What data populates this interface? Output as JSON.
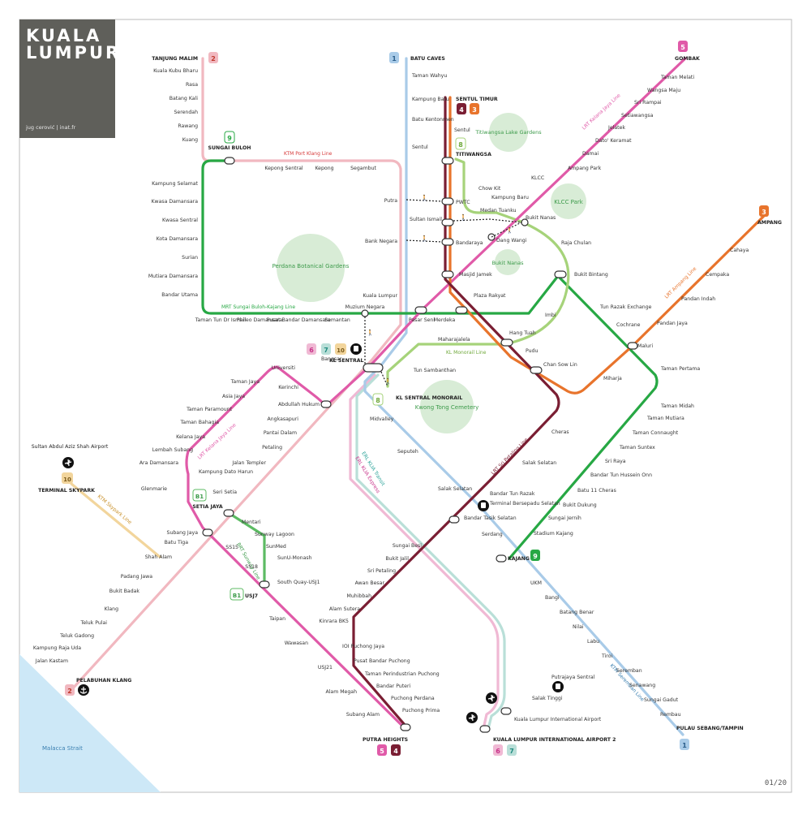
{
  "title": {
    "line1": "KUALA",
    "line2": "LUMPUR",
    "credit": "jug cerović | inat.fr"
  },
  "page_number": "01/20",
  "sea_label": "Malacca Strait",
  "colors": {
    "ktm_port_klang": "#f1b8c0",
    "ktm_seremban": "#a9cbe8",
    "lrt_kelana_jaya": "#e05aa8",
    "lrt_sri_petaling": "#7a1e33",
    "lrt_ampang": "#e8742c",
    "mrt": "#27a844",
    "monorail": "#a6d37a",
    "brt": "#5cbb63",
    "erl_transit": "#b9dfd8",
    "erl_express": "#f0b9d4",
    "skypark": "#f2d59c",
    "park": "#d8ecd6",
    "sea": "#cde8f7"
  },
  "badges": {
    "b1": "1",
    "b2": "2",
    "b3": "3",
    "b4": "4",
    "b5": "5",
    "b6": "6",
    "b7": "7",
    "b8": "8",
    "b9": "9",
    "b10": "10",
    "bB1": "B1"
  },
  "line_labels": {
    "ktm_port_klang": "KTM Port Klang Line",
    "mrt": "MRT Sungai Buloh-Kajang Line",
    "kelana_jaya_ne": "LRT Kelana Jaya Line",
    "kelana_jaya_sw": "LRT Kelana Jaya Line",
    "ampang": "LRT Ampang Line",
    "monorail": "KL Monorail Line",
    "sri_petaling": "LRT Sri Petaling Line",
    "erl_transit": "ERL KLIA Transit",
    "erl_express": "ERL KLIA Express",
    "skypark": "KTM Skypark Line",
    "brt": "BRT Sunway Line",
    "seremban": "KTM Seremban Line"
  },
  "parks": {
    "perdana": "Perdana Botanical Gardens",
    "titiwangsa": "Titiwangsa Lake Gardens",
    "klcc": "KLCC Park",
    "bukit_nanas": "Bukit Nanas",
    "kwong_tong": "Kwong Tong Cemetery"
  },
  "terminals": {
    "tanjung_malim": "TANJUNG MALIM",
    "batu_caves": "BATU CAVES",
    "gombak": "GOMBAK",
    "sentul_timur": "SENTUL TIMUR",
    "titiwangsa": "TITIWANGSA",
    "sungai_buloh": "SUNGAI BULOH",
    "ampang": "AMPANG",
    "kl_sentral": "KL SENTRAL",
    "kl_sentral_monorail": "KL SENTRAL MONORAIL",
    "terminal_skypark": "TERMINAL SKYPARK",
    "setia_jaya": "SETIA JAYA",
    "usj7": "USJ7",
    "kajang": "KAJANG",
    "pelabuhan_klang": "PELABUHAN KLANG",
    "putra_heights": "PUTRA HEIGHTS",
    "klia2": "KUALA LUMPUR INTERNATIONAL AIRPORT 2",
    "pulau_sebang": "PULAU SEBANG/TAMPIN",
    "airport": "Sultan Abdul Aziz Shah Airport"
  },
  "stations": {
    "ktm_port_klang_north": [
      "Kuala Kubu Bharu",
      "Rasa",
      "Batang Kali",
      "Serendah",
      "Rawang",
      "Kuang"
    ],
    "ktm_port_klang_top": [
      "Kepong Sentral",
      "Kepong",
      "Segambut"
    ],
    "ktm_seremban_north": [
      "Taman Wahyu",
      "Kampung Batu",
      "Batu Kentonmen",
      "Sentul"
    ],
    "central": [
      "Putra",
      "Sultan Ismail",
      "Bank Negara",
      "Kuala Lumpur",
      "Pasar Seni",
      "Bangsar",
      "PWTC",
      "Bandaraya",
      "Masjid Jamek",
      "Plaza Rakyat",
      "Merdeka",
      "Hang Tuah",
      "Pudu",
      "Chan Sow Lin",
      "Maharajalela",
      "Tun Sambanthan",
      "Chow Kit",
      "Medan Tuanku",
      "Dang Wangi",
      "Kampung Baru",
      "KLCC",
      "Bukit Nanas",
      "Raja Chulan",
      "Bukit Bintang",
      "Imbi",
      "Sentul"
    ],
    "gombak_branch": [
      "Taman Melati",
      "Wangsa Maju",
      "Sri Rampai",
      "Setiawangsa",
      "Jelatek",
      "Dato' Keramat",
      "Damai",
      "Ampang Park"
    ],
    "ampang_branch": [
      "Cahaya",
      "Cempaka",
      "Pandan Indah",
      "Pandan Jaya",
      "Maluri",
      "Miharja"
    ],
    "mrt_west": [
      "Kampung Selamat",
      "Kwasa Damansara",
      "Kwasa Sentral",
      "Kota Damansara",
      "Surian",
      "Mutiara Damansara",
      "Bandar Utama",
      "Taman Tun Dr Ismail",
      "Phileo Damansara",
      "Pusat Bandar Damansara",
      "Semantan",
      "Muzium Negara"
    ],
    "mrt_east": [
      "Tun Razak Exchange",
      "Cochrane",
      "Taman Pertama",
      "Taman Midah",
      "Taman Mutiara",
      "Taman Connaught",
      "Taman Suntex",
      "Sri Raya",
      "Bandar Tun Hussein Onn",
      "Batu 11 Cheras",
      "Bukit Dukung",
      "Sungai Jernih",
      "Stadium Kajang"
    ],
    "kelana_jaya_sw": [
      "Universiti",
      "Taman Jaya",
      "Kerinchi",
      "Asia Jaya",
      "Abdullah Hukum",
      "Taman Paramount",
      "Taman Bahagia",
      "Kelana Jaya",
      "Lembah Subang",
      "Ara Damansara",
      "Glenmarie",
      "Subang Jaya"
    ],
    "port_klang_south": [
      "Angkasapuri",
      "Pantai Dalam",
      "Petaling",
      "Jalan Templer",
      "Kampung Dato Harun",
      "Seri Setia",
      "Batu Tiga",
      "Shah Alam",
      "Padang Jawa",
      "Bukit Badak",
      "Klang",
      "Teluk Pulai",
      "Teluk Gadong",
      "Kampung Raja Uda",
      "Jalan Kastam"
    ],
    "brt": [
      "Mentari",
      "Sunway Lagoon",
      "SunMed",
      "SunU-Monash",
      "South Quay-USJ1"
    ],
    "kj_south": [
      "SS15",
      "SS18",
      "Taipan",
      "Wawasan",
      "USJ21",
      "Alam Megah",
      "Subang Alam"
    ],
    "erl_mid": [
      "Midvalley",
      "Seputeh",
      "Salak Selatan",
      "Serdang",
      "Bandar Tasik Selatan",
      "Terminal Bersepadu Selatan"
    ],
    "sri_petaling_south": [
      "Cheras",
      "Salak Selatan",
      "Bandar Tun Razak",
      "Sungai Besi",
      "Bukit Jalil",
      "Sri Petaling",
      "Awan Besar",
      "Muhibbah",
      "Alam Sutera",
      "Kinrara BK5",
      "IOI Puchong Jaya",
      "Pusat Bandar Puchong",
      "Taman Perindustrian Puchong",
      "Bandar Puteri",
      "Puchong Perdana",
      "Puchong Prima"
    ],
    "seremban_south": [
      "UKM",
      "Bangi",
      "Batang Benar",
      "Nilai",
      "Labu",
      "Tiroi",
      "Seremban",
      "Senawang",
      "Sungai Gadut",
      "Rembau"
    ],
    "airport_line": [
      "Putrajaya Sentral",
      "Salak Tinggi",
      "Kuala Lumpur International Airport"
    ]
  }
}
